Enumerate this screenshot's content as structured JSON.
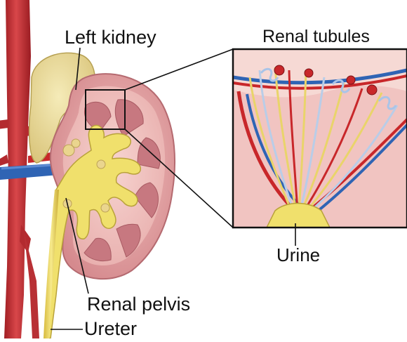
{
  "labels": {
    "left_kidney": "Left kidney",
    "renal_tubules": "Renal tubules",
    "urine": "Urine",
    "renal_pelvis": "Renal pelvis",
    "ureter": "Ureter"
  },
  "colors": {
    "artery_red": "#c8272a",
    "vein_blue": "#2f64b4",
    "kidney_pink": "#e7a0a2",
    "medulla_dark": "#c16f76",
    "pelvis_yellow": "#f0e06c",
    "fat_yellow": "#e9d899",
    "outline_black": "#111111"
  }
}
